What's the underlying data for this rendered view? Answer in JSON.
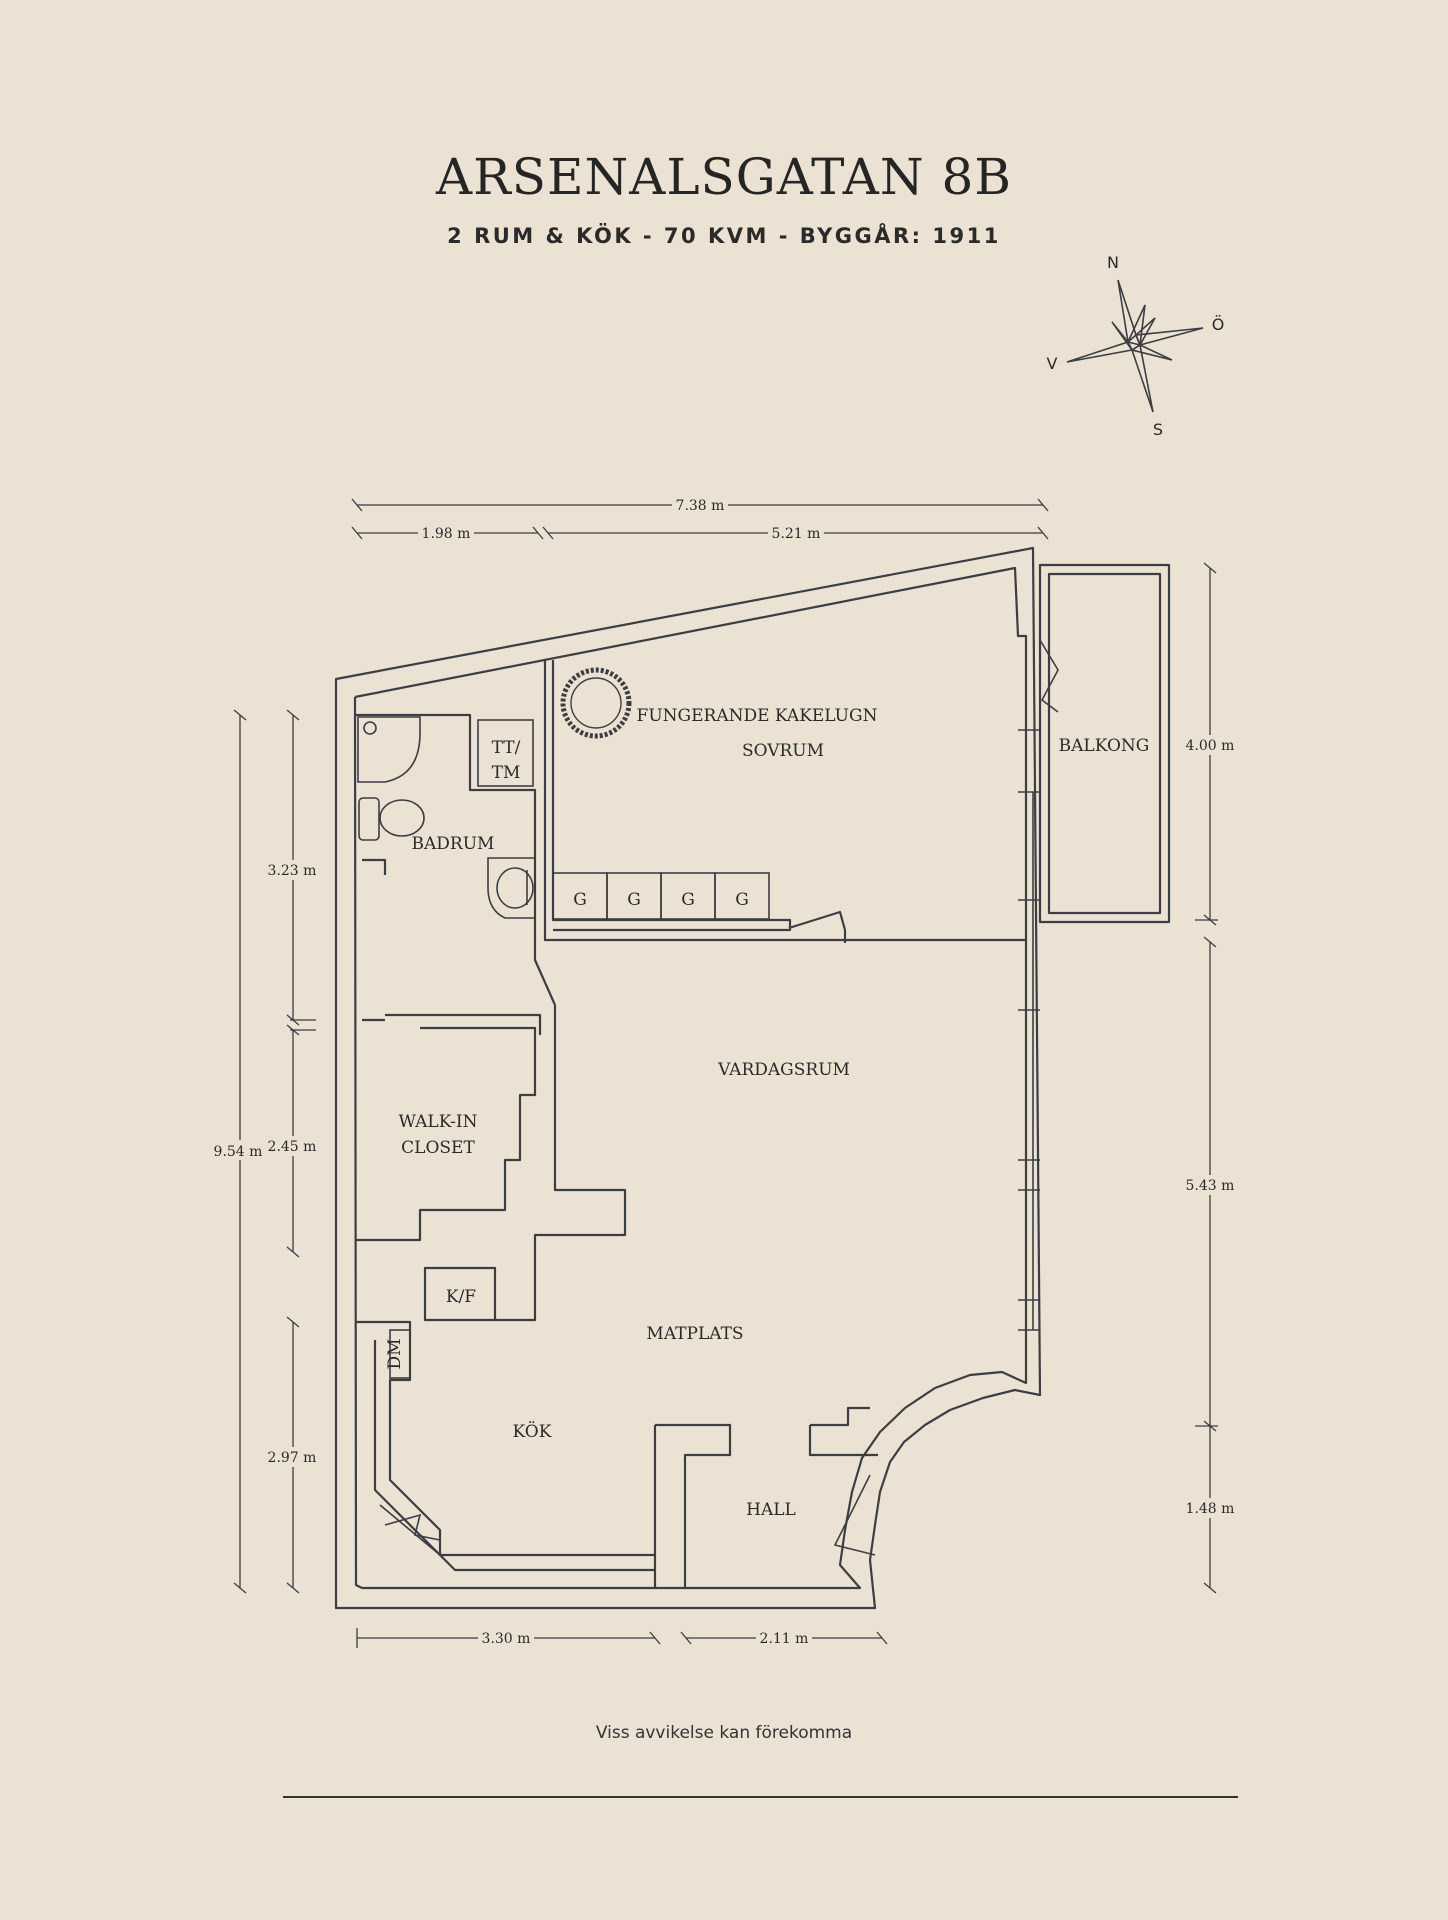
{
  "header": {
    "title": "ARSENALSGATAN 8B",
    "subtitle": "2 RUM & KÖK  -  70 KVM  -  BYGGÅR: 1911"
  },
  "compass": {
    "n": "N",
    "e": "Ö",
    "s": "S",
    "w": "V"
  },
  "rooms": {
    "kakelugn": "FUNGERANDE KAKELUGN",
    "sovrum": "SOVRUM",
    "balkong": "BALKONG",
    "badrum": "BADRUM",
    "tttm_1": "TT/",
    "tttm_2": "TM",
    "wardrobe": "G",
    "vardagsrum": "VARDAGSRUM",
    "walkin_1": "WALK-IN",
    "walkin_2": "CLOSET",
    "kf": "K/F",
    "dm": "DM",
    "matplats": "MATPLATS",
    "kok": "KÖK",
    "hall": "HALL"
  },
  "dimensions": {
    "top_total": "7.38 m",
    "top_left": "1.98 m",
    "top_right": "5.21 m",
    "left_total": "9.54 m",
    "left_1": "3.23 m",
    "left_2": "2.45 m",
    "left_3": "2.97 m",
    "right_1": "4.00 m",
    "right_2": "5.43 m",
    "right_3": "1.48 m",
    "bottom_left": "3.30 m",
    "bottom_right": "2.11 m"
  },
  "footer": {
    "note": "Viss avvikelse kan förekomma"
  }
}
